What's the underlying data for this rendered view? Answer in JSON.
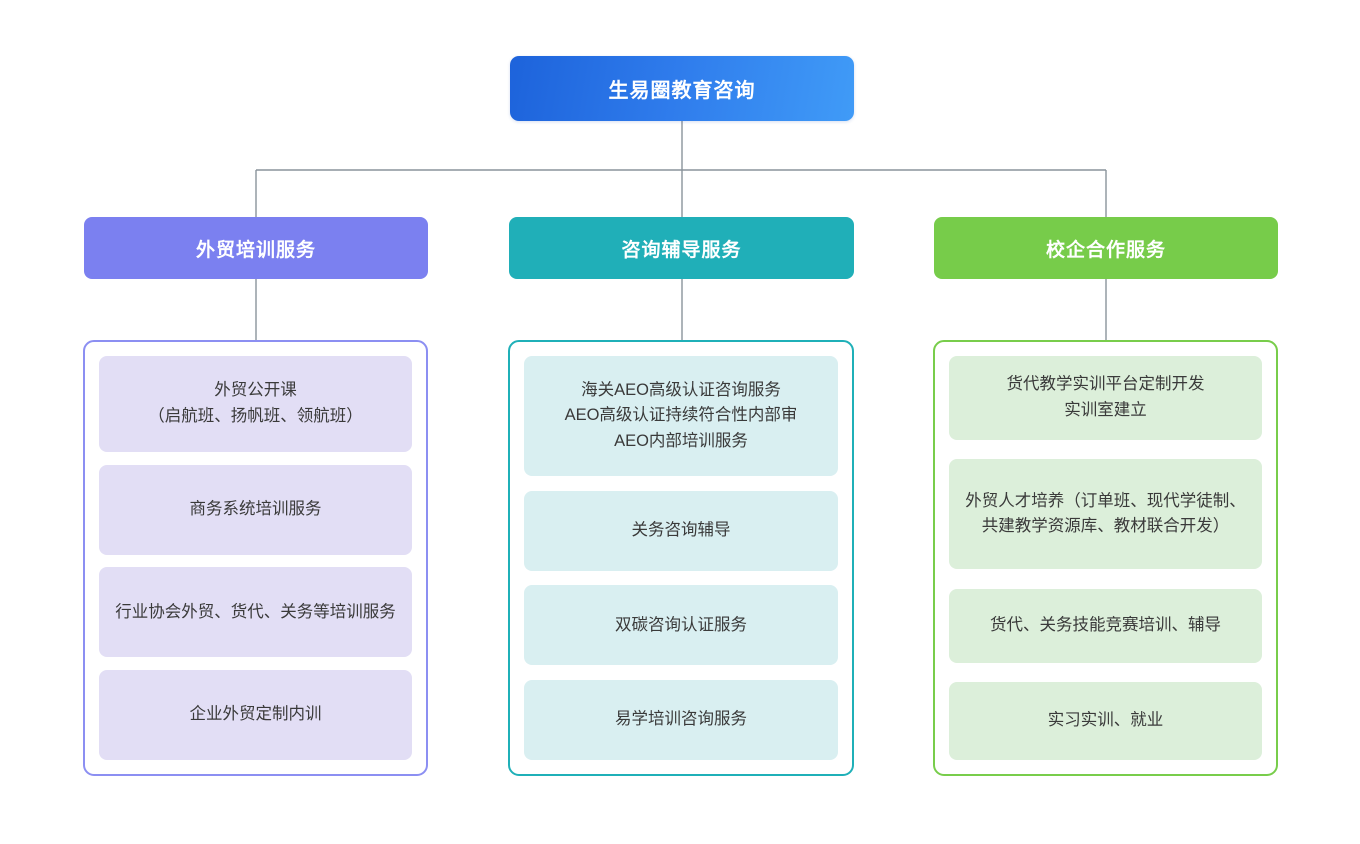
{
  "diagram": {
    "type": "organizational-tree",
    "root": {
      "label": "生易圈教育咨询",
      "color_start": "#1d63db",
      "color_end": "#409bf7"
    },
    "connector_color": "#8a939b",
    "columns": [
      {
        "id": "waimao-peixun",
        "header": "外贸培训服务",
        "accent": "#7b80f0",
        "border": "#8c8ff2",
        "card_bg": "#e2def5",
        "items": [
          "外贸公开课\n（启航班、扬帆班、领航班）",
          "商务系统培训服务",
          "行业协会外贸、货代、关务等培训服务",
          "企业外贸定制内训"
        ]
      },
      {
        "id": "zixun-fudao",
        "header": "咨询辅导服务",
        "accent": "#20afb8",
        "border": "#1fb0b8",
        "card_bg": "#d9eff1",
        "items": [
          "海关AEO高级认证咨询服务\nAEO高级认证持续符合性内部审\nAEO内部培训服务",
          "关务咨询辅导",
          "双碳咨询认证服务",
          "易学培训咨询服务"
        ]
      },
      {
        "id": "xiaoqi-hezuo",
        "header": "校企合作服务",
        "accent": "#77cc4a",
        "border": "#78cd4b",
        "card_bg": "#dcefda",
        "items": [
          "货代教学实训平台定制开发\n实训室建立",
          "外贸人才培养（订单班、现代学徒制、共建教学资源库、教材联合开发）",
          "货代、关务技能竞赛培训、辅导",
          "实习实训、就业"
        ]
      }
    ]
  }
}
